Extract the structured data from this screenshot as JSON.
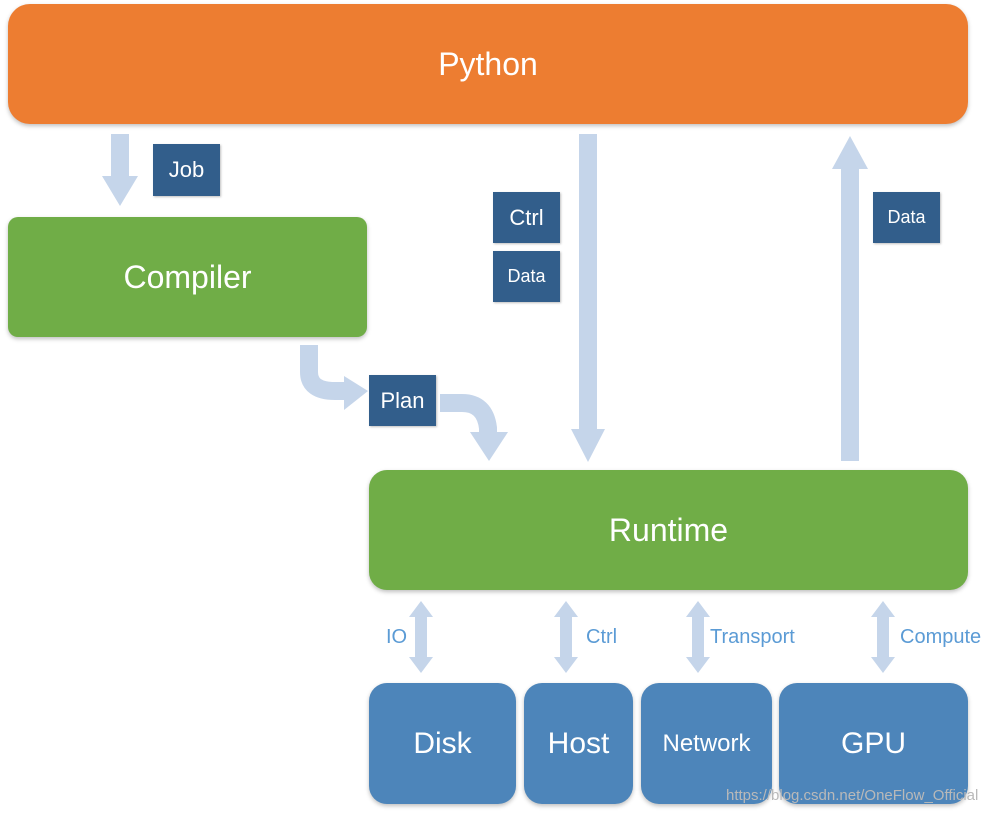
{
  "python": {
    "label": "Python",
    "color": "#ed7d31"
  },
  "compiler": {
    "label": "Compiler",
    "color": "#70ad47"
  },
  "runtime": {
    "label": "Runtime",
    "color": "#70ad47"
  },
  "devices": [
    {
      "label": "Disk",
      "link_label": "IO"
    },
    {
      "label": "Host",
      "link_label": "Ctrl"
    },
    {
      "label": "Network",
      "link_label": "Transport"
    },
    {
      "label": "GPU",
      "link_label": "Compute"
    }
  ],
  "tags": {
    "job": "Job",
    "plan": "Plan",
    "ctrl": "Ctrl",
    "data_down": "Data",
    "data_up": "Data"
  },
  "colors": {
    "arrow": "#c5d5ea",
    "tag": "#325e8b",
    "device": "#4d85ba",
    "link_label": "#5b9bd5"
  },
  "watermark": "https://blog.csdn.net/OneFlow_Official"
}
